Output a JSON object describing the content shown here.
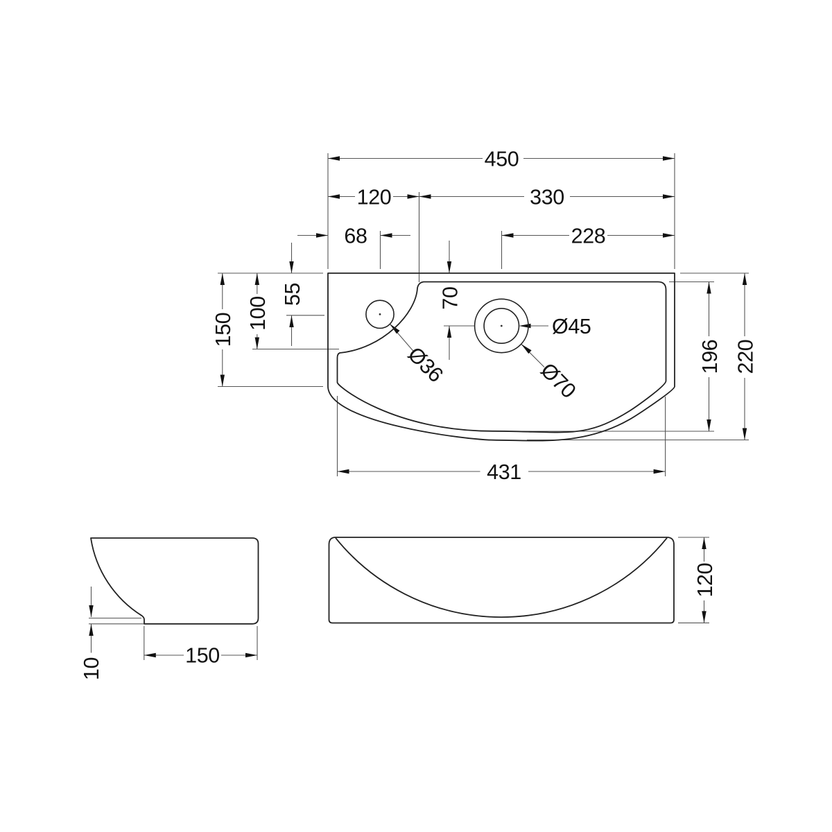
{
  "document": {
    "type": "technical-drawing",
    "subject": "Cloakroom wash basin - dimensioned CAD drawing, three views",
    "background": "#ffffff",
    "colors": {
      "outline": "#222222",
      "dimension_lines": "#555555",
      "text": "#111111"
    }
  },
  "views": {
    "plan": {
      "label": "plan view (top)"
    },
    "side": {
      "label": "side profile view (bottom left)"
    },
    "front": {
      "label": "front elevation view (bottom right)"
    }
  },
  "dimensions": {
    "overall_width": "450",
    "left_section_width": "120",
    "bowl_section_width": "330",
    "tap_hole_offset_x": "68",
    "waste_to_right_edge": "228",
    "waste_offset_y": "70",
    "tap_hole_offset_y": "55",
    "shelf_depth": "100",
    "left_edge_straight_depth": "150",
    "inner_depth": "196",
    "overall_depth": "220",
    "inner_width": "431",
    "tap_hole_diameter": "Ø36",
    "waste_hole_diameter": "Ø45",
    "waste_recess_diameter": "Ø70",
    "side_base_length": "150",
    "side_lip_height": "10",
    "overall_height": "120"
  }
}
